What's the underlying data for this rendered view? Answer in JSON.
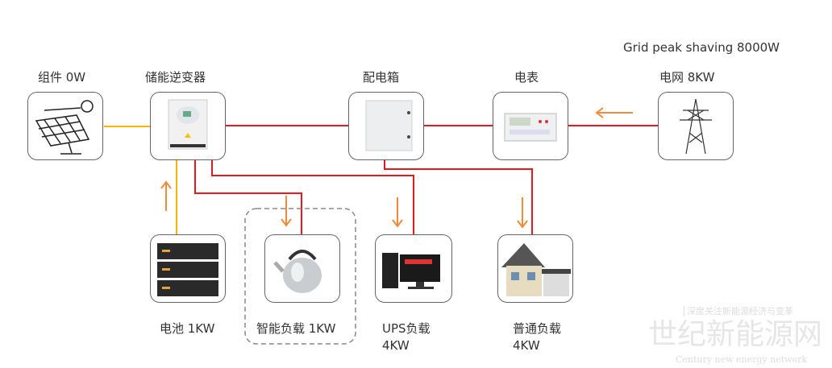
{
  "title": "Grid peak shaving 8000W",
  "nodes": {
    "solar": {
      "label": "组件 0W",
      "icon": "solar-panel-icon"
    },
    "inverter": {
      "label": "储能逆变器",
      "icon": "inverter-icon"
    },
    "distribution": {
      "label": "配电箱",
      "icon": "distribution-box-icon"
    },
    "meter": {
      "label": "电表",
      "icon": "meter-icon"
    },
    "grid": {
      "label": "电网 8KW",
      "icon": "power-tower-icon"
    },
    "battery": {
      "label": "电池 1KW",
      "icon": "battery-icon"
    },
    "smart_load": {
      "label": "智能负载 1KW",
      "icon": "kettle-icon"
    },
    "ups_load": {
      "label": "UPS负载",
      "value": "4KW",
      "icon": "computer-icon"
    },
    "normal_load": {
      "label": "普通负载",
      "value": "4KW",
      "icon": "house-icon"
    }
  },
  "colors": {
    "dc_line": "#f7b500",
    "ac_line": "#e8191c",
    "arrow": "#f08a3c"
  },
  "watermark": {
    "slogan": "深度关注新能源经济与变革",
    "name": "世纪新能源网",
    "english": "Century new energy network"
  }
}
